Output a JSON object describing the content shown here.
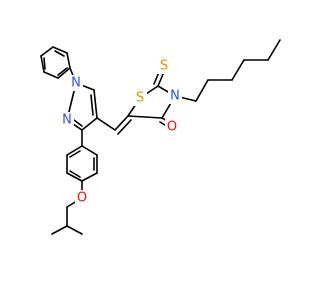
{
  "molecule": {
    "background": "#ffffff",
    "bond_color": "#000000",
    "atom_colors": {
      "N": "#3050F8",
      "O": "#FF0D0D",
      "S": "#C8A000"
    },
    "atoms": [
      {
        "id": "n1",
        "label": "N"
      },
      {
        "id": "n2",
        "label": "N"
      },
      {
        "id": "s1",
        "label": "S"
      },
      {
        "id": "s2",
        "label": "S"
      },
      {
        "id": "n3",
        "label": "N"
      },
      {
        "id": "o1",
        "label": "O"
      },
      {
        "id": "o2",
        "label": "O"
      }
    ]
  }
}
